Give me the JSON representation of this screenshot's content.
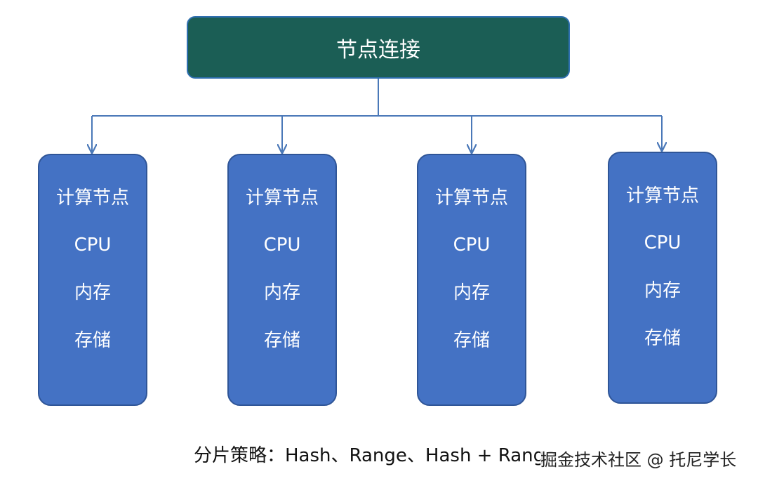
{
  "root": {
    "label": "节点连接"
  },
  "nodes": [
    {
      "title": "计算节点",
      "cpu": "CPU",
      "memory": "内存",
      "storage": "存储"
    },
    {
      "title": "计算节点",
      "cpu": "CPU",
      "memory": "内存",
      "storage": "存储"
    },
    {
      "title": "计算节点",
      "cpu": "CPU",
      "memory": "内存",
      "storage": "存储"
    },
    {
      "title": "计算节点",
      "cpu": "CPU",
      "memory": "内存",
      "storage": "存储"
    }
  ],
  "caption": "分片策略：Hash、Range、Hash + Range",
  "watermark": "掘金技术社区 @ 托尼学长",
  "colors": {
    "root_fill": "#1b5e55",
    "node_fill": "#4472c4",
    "connector": "#4a78b8"
  }
}
